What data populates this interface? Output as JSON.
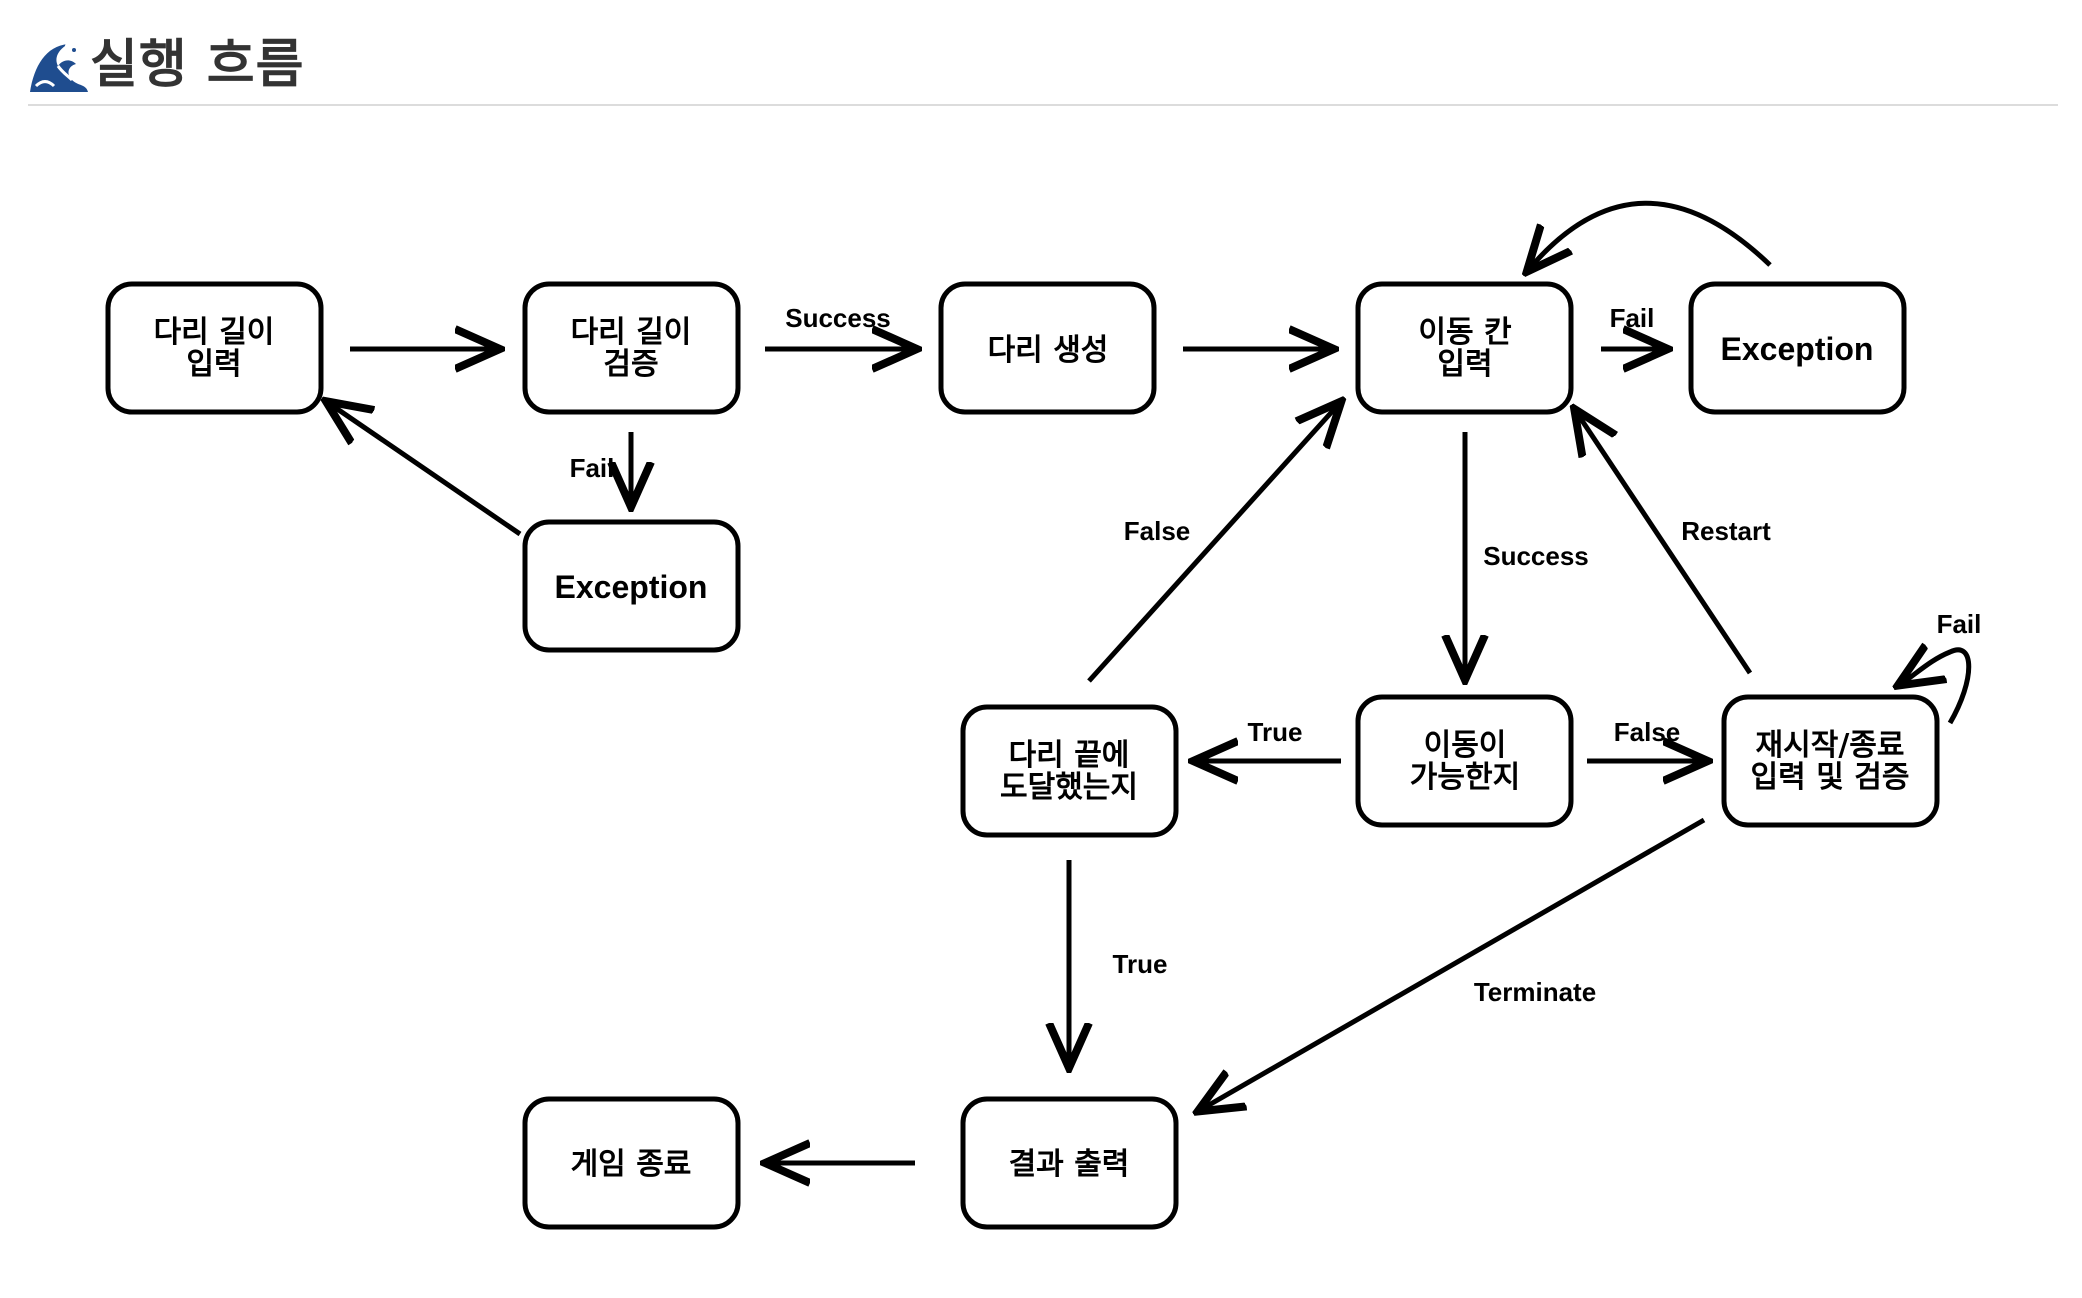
{
  "header": {
    "title": "실행 흐름",
    "icon": "wave-icon"
  },
  "colors": {
    "stroke": "#000000",
    "background": "#ffffff",
    "header_rule": "#dcdcdc",
    "wave_blue": "#1f4d8f"
  },
  "nodes": {
    "input_length": [
      "다리 길이",
      "입력"
    ],
    "validate_length": [
      "다리 길이",
      "검증"
    ],
    "exception_1": [
      "Exception"
    ],
    "create_bridge": [
      "다리 생성"
    ],
    "input_move": [
      "이동 칸",
      "입력"
    ],
    "exception_2": [
      "Exception"
    ],
    "can_move": [
      "이동이",
      "가능한지"
    ],
    "reached_end": [
      "다리 끝에",
      "도달했는지"
    ],
    "restart_input": [
      "재시작/종료",
      "입력 및 검증"
    ],
    "print_result": [
      "결과 출력"
    ],
    "game_end": [
      "게임 종료"
    ]
  },
  "edges": {
    "success_1": "Success",
    "fail_1": "Fail",
    "fail_2": "Fail",
    "success_2": "Success",
    "false_1": "False",
    "true_1": "True",
    "false_2": "False",
    "restart": "Restart",
    "fail_3": "Fail",
    "true_2": "True",
    "terminate": "Terminate"
  }
}
